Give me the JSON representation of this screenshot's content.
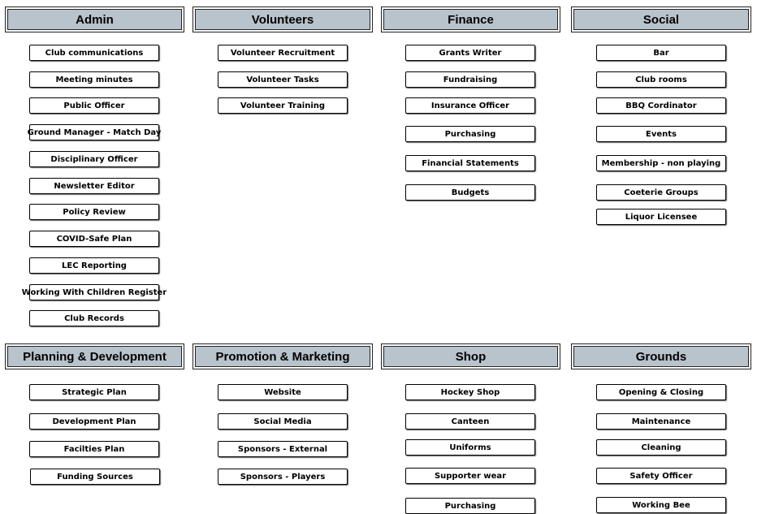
{
  "groups": [
    {
      "title": "Admin",
      "items": [
        "Club communications",
        "Meeting minutes",
        "Public Officer",
        "Ground Manager - Match Day",
        "Disciplinary Officer",
        "Newsletter Editor",
        "Policy Review",
        "COVID-Safe Plan",
        "LEC Reporting",
        "Working With Children Register",
        "Club Records"
      ]
    },
    {
      "title": "Volunteers",
      "items": [
        "Volunteer Recruitment",
        "Volunteer Tasks",
        "Volunteer Training"
      ]
    },
    {
      "title": "Finance",
      "items": [
        "Grants Writer",
        "Fundraising",
        "Insurance Officer",
        "Purchasing",
        "Financial Statements",
        "Budgets"
      ]
    },
    {
      "title": "Social",
      "items": [
        "Bar",
        "Club rooms",
        "BBQ Cordinator",
        "Events",
        "Membership - non playing",
        "Coeterie Groups",
        "Liquor Licensee"
      ]
    },
    {
      "title": "Planning & Development",
      "items": [
        "Strategic Plan",
        "Development Plan",
        "Facilties Plan",
        "Funding Sources"
      ]
    },
    {
      "title": "Promotion & Marketing",
      "items": [
        "Website",
        "Social Media",
        "Sponsors - External",
        "Sponsors - Players"
      ]
    },
    {
      "title": "Shop",
      "items": [
        "Hockey Shop",
        "Canteen",
        "Uniforms",
        "Supporter wear",
        "Purchasing"
      ]
    },
    {
      "title": "Grounds",
      "items": [
        "Opening & Closing",
        "Maintenance",
        "Cleaning",
        "Safety Officer",
        "Working Bee"
      ]
    }
  ]
}
